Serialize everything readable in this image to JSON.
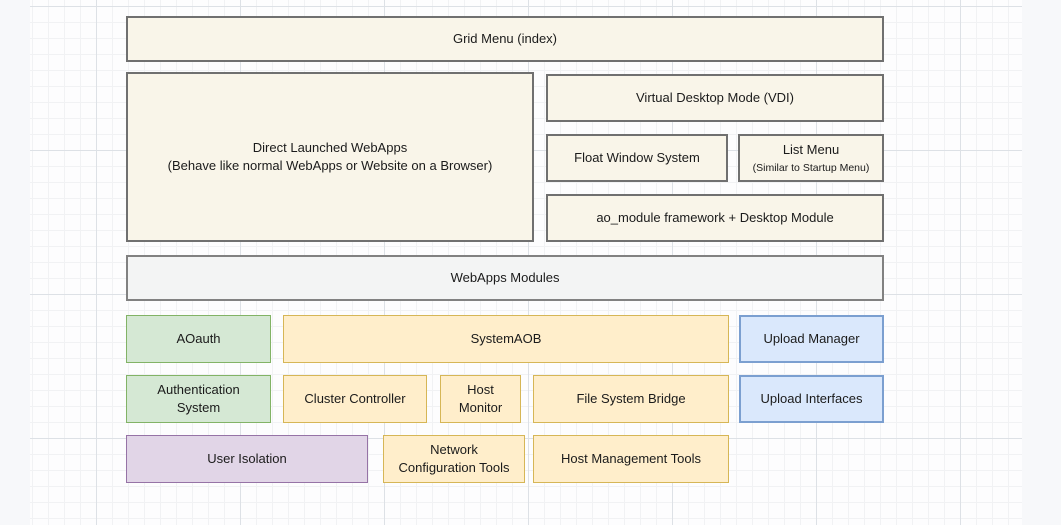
{
  "diagram": {
    "title_text": "",
    "background": {
      "page_color": "#f7f8fa",
      "grid_color": "#f0f1f4",
      "grid_major_color": "#d9dde3"
    },
    "palette": {
      "cream_fill": "#f9f5e9",
      "cream_stroke": "#707070",
      "grey_fill": "#f3f4f4",
      "grey_stroke": "#818181",
      "green_fill": "#d5e8d4",
      "green_stroke": "#82b366",
      "yellow_fill": "#ffeecb",
      "yellow_stroke": "#d6b656",
      "blue_fill": "#dae8fc",
      "blue_stroke": "#7b9fd0",
      "purple_fill": "#e1d5e7",
      "purple_stroke": "#9673a6"
    },
    "nodes": {
      "grid_menu": {
        "label": "Grid Menu (index)"
      },
      "direct_webapps": {
        "line1": "Direct Launched WebApps",
        "line2": "(Behave like normal WebApps or Website on a Browser)"
      },
      "vdi": {
        "label": "Virtual Desktop Mode (VDI)"
      },
      "float_window": {
        "label": "Float Window System"
      },
      "list_menu": {
        "label": "List Menu",
        "sub": "(Similar to Startup Menu)"
      },
      "ao_module": {
        "label": "ao_module framework + Desktop Module"
      },
      "webapps_modules": {
        "label": "WebApps Modules"
      },
      "aoauth": {
        "label": "AOauth"
      },
      "system_aob": {
        "label": "SystemAOB"
      },
      "upload_manager": {
        "label": "Upload Manager"
      },
      "auth_system": {
        "line1": "Authentication",
        "line2": "System"
      },
      "cluster_controller": {
        "label": "Cluster Controller"
      },
      "host_monitor": {
        "line1": "Host",
        "line2": "Monitor"
      },
      "file_system_bridge": {
        "label": "File System Bridge"
      },
      "upload_interfaces": {
        "label": "Upload Interfaces"
      },
      "user_isolation": {
        "label": "User Isolation"
      },
      "network_config_tools": {
        "line1": "Network",
        "line2": "Configuration Tools"
      },
      "host_management_tools": {
        "label": "Host Management Tools"
      }
    }
  }
}
